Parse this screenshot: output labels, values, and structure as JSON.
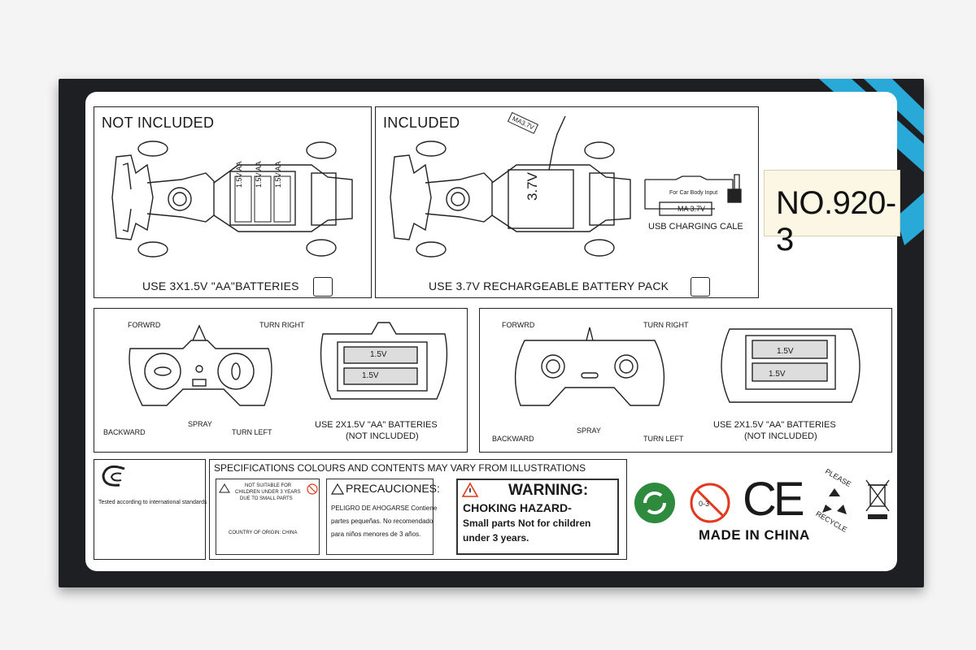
{
  "model_label": "NO.920-3",
  "car_left": {
    "heading": "NOT INCLUDED",
    "battery1": "1.5V AA",
    "battery2": "1.5V AA",
    "battery3": "1.5V AA",
    "caption": "USE 3X1.5V \"AA\"BATTERIES"
  },
  "car_right": {
    "heading": "INCLUDED",
    "pack_tag": "MA3.7V",
    "pack_value": "3.7V",
    "cable_note": "For Car Body Input",
    "cable_tag": "MA  3.7V",
    "cable_caption": "USB CHARGING CALE",
    "caption": "USE 3.7V RECHARGEABLE BATTERY PACK"
  },
  "remote_left": {
    "forward": "FORWRD",
    "turn_right": "TURN RIGHT",
    "backward": "BACKWARD",
    "spray": "SPRAY",
    "turn_left": "TURN LEFT",
    "batt_a": "1.5V",
    "batt_b": "1.5V",
    "caption_line1": "USE 2X1.5V \"AA\" BATTERIES",
    "caption_line2": "(NOT INCLUDED)"
  },
  "remote_right": {
    "forward": "FORWRD",
    "turn_right": "TURN RIGHT",
    "backward": "BACKWARD",
    "spray": "SPRAY",
    "turn_left": "TURN LEFT",
    "batt_a": "1.5V",
    "batt_b": "1.5V",
    "caption_line1": "USE 2X1.5V \"AA\" BATTERIES",
    "caption_line2": "(NOT INCLUDED)"
  },
  "specs_note": "SPECIFICATIONS COLOURS AND CONTENTS MAY VARY FROM ILLUSTRATIONS",
  "standards_text": "Tested according to international standards",
  "small_warning": {
    "line1": "NOT SUITABLE FOR",
    "line2": "CHILDREN UNDER 3 YEARS",
    "line3": "DUE TO SMALL PARTS",
    "origin": "COUNTRY OF ORIGIN: CHINA"
  },
  "precaution": {
    "title": "PRECAUCIONES:",
    "line1": "PELIGRO DE AHOGARSE Contiene",
    "line2": "partes pequeñas. No recomendado",
    "line3": "para niños menores de 3 años."
  },
  "warning": {
    "title": "WARNING:",
    "line1": "CHOKING HAZARD-",
    "line2": "Small parts Not for children",
    "line3": "under 3 years."
  },
  "age_badge": "0-3",
  "ce_mark": "CE",
  "recycle_text_top": "PLEASE",
  "recycle_text_bottom": "RECYCLE",
  "made_in": "MADE IN CHINA",
  "colors": {
    "box": "#1d1f22",
    "stripe": "#29a9d8",
    "green_dot": "#2e8b3e",
    "prohibit": "#e0391d"
  }
}
